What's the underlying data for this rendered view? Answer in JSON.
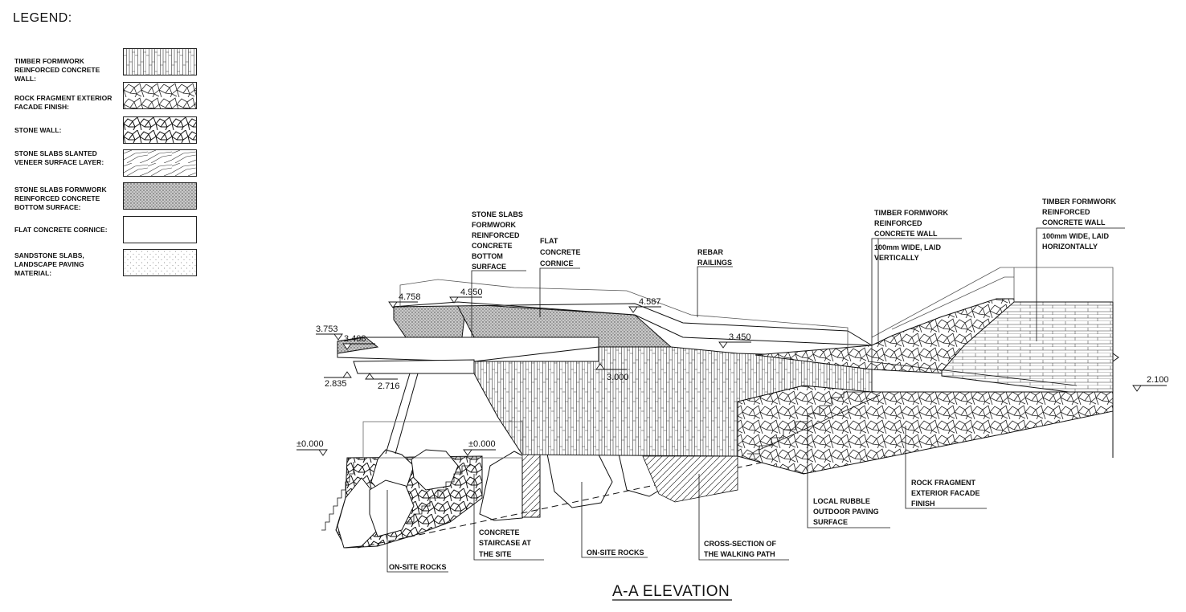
{
  "legend": {
    "title": "LEGEND:",
    "items": [
      {
        "label": "TIMBER FORMWORK REINFORCED CONCRETE WALL:",
        "pattern": "timber-vertical"
      },
      {
        "label": "ROCK FRAGMENT EXTERIOR FACADE FINISH:",
        "pattern": "rock-fragment"
      },
      {
        "label": "STONE WALL:",
        "pattern": "stone-wall"
      },
      {
        "label": "STONE SLABS SLANTED VENEER SURFACE LAYER:",
        "pattern": "slanted-veneer"
      },
      {
        "label": "STONE SLABS FORMWORK REINFORCED CONCRETE BOTTOM SURFACE:",
        "pattern": "dense-dots"
      },
      {
        "label": "FLAT CONCRETE CORNICE:",
        "pattern": "blank"
      },
      {
        "label": "SANDSTONE SLABS, LANDSCAPE PAVING MATERIAL:",
        "pattern": "sparse-dots"
      }
    ]
  },
  "levels": {
    "l4758": "4.758",
    "l4950": "4.950",
    "l4587": "4.587",
    "l3753": "3.753",
    "l3408": "3.408",
    "l3450": "3.450",
    "l2835": "2.835",
    "l2716": "2.716",
    "l3000": "3.000",
    "l2100": "2.100",
    "l0000a": "±0.000",
    "l0000b": "±0.000"
  },
  "annotations": {
    "stone_slabs": [
      "STONE SLABS",
      "FORMWORK",
      "REINFORCED",
      "CONCRETE",
      "BOTTOM",
      "SURFACE"
    ],
    "flat_cornice": [
      "FLAT",
      "CONCRETE",
      "CORNICE"
    ],
    "rebar": [
      "REBAR",
      "RAILINGS"
    ],
    "timber_vertical": [
      "TIMBER FORMWORK",
      "REINFORCED",
      "CONCRETE WALL",
      "100mm WIDE, LAID",
      "VERTICALLY"
    ],
    "timber_horizontal": [
      "TIMBER FORMWORK",
      "REINFORCED",
      "CONCRETE WALL",
      "100mm WIDE, LAID",
      "HORIZONTALLY"
    ],
    "onsite_rocks_left": [
      "ON-SITE ROCKS"
    ],
    "concrete_stair": [
      "CONCRETE",
      "STAIRCASE AT",
      "THE SITE"
    ],
    "onsite_rocks_mid": [
      "ON-SITE ROCKS"
    ],
    "walking_path": [
      "CROSS-SECTION OF",
      "THE WALKING PATH"
    ],
    "rubble_paving": [
      "LOCAL RUBBLE",
      "OUTDOOR PAVING",
      "SURFACE"
    ],
    "rock_fragment": [
      "ROCK FRAGMENT",
      "EXTERIOR FACADE",
      "FINISH"
    ]
  },
  "caption": "A-A ELEVATION"
}
